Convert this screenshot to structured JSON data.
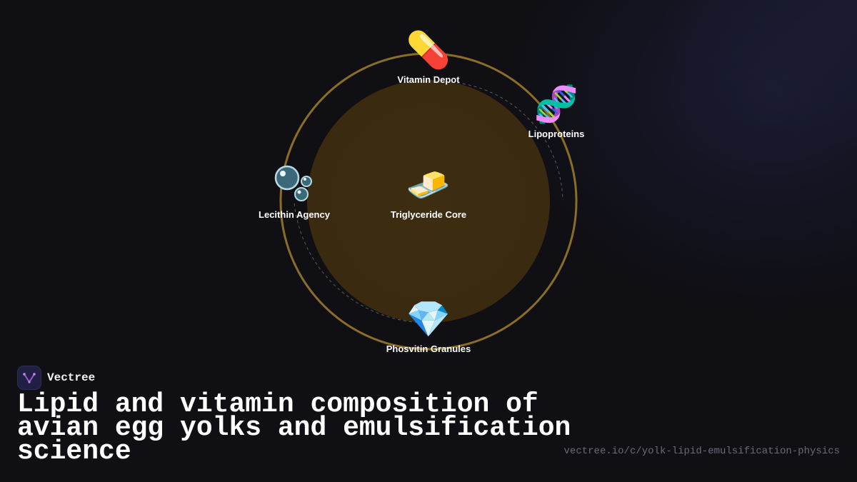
{
  "diagram": {
    "center": {
      "label": "Triglyceride Core",
      "icon": "butter-icon",
      "glyph": "🧈"
    },
    "nodes": [
      {
        "label": "Vitamin Depot",
        "icon": "pill-icon",
        "glyph": "💊"
      },
      {
        "label": "Lipoproteins",
        "icon": "dna-icon",
        "glyph": "🧬"
      },
      {
        "label": "Lecithin Agency",
        "icon": "bubbles-icon",
        "glyph": "🫧"
      },
      {
        "label": "Phosvitin Granules",
        "icon": "gem-icon",
        "glyph": "💎"
      }
    ],
    "colors": {
      "ring": "#8a6e27",
      "core_fill": "#3d2e12",
      "dashed_orbit": "#5a5a62"
    }
  },
  "brand": {
    "name": "Vectree",
    "logo_icon": "vectree-logo-icon",
    "accent": "#9b59d6"
  },
  "title": "Lipid and vitamin composition of avian egg yolks and emulsification science",
  "url": "vectree.io/c/yolk-lipid-emulsification-physics"
}
